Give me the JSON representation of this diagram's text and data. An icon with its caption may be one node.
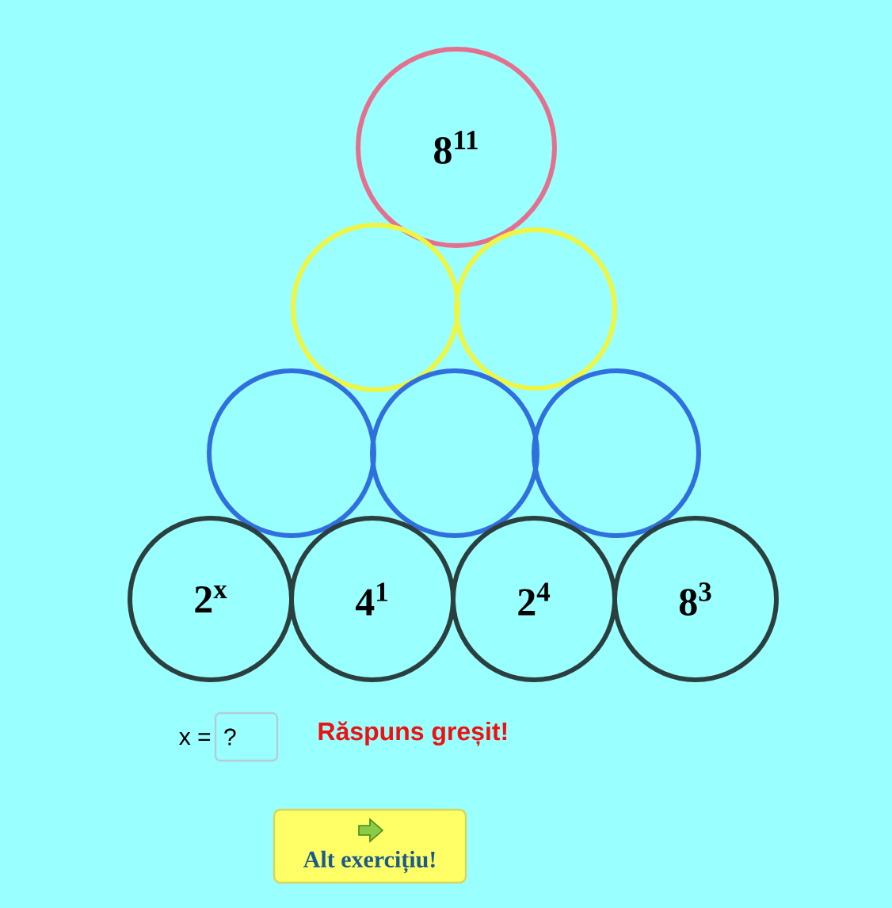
{
  "diagram": {
    "nodes": [
      {
        "text": [
          "8$^{11}$"
        ]
      },
      {
        "text": [],
        "shape": "circle"
      },
      {
        "text": [],
        "shape": "circle"
      },
      {
        "text": [],
        "shape": "circle"
      },
      {
        "text": [],
        "shape": "circle"
      },
      {
        "text": [],
        "shape": "circle"
      },
      {
        "text": [
          "2$^{x}$"
        ]
      },
      {
        "text": [
          "4$^{1}$"
        ]
      },
      {
        "text": [
          "2$^{4}$"
        ]
      },
      {
        "text": [
          "8$^{3}$"
        ]
      },
      {
        "text": [
          "?"
        ]
      },
      {
        "text": [
          "Alt exercițiu!"
        ]
      }
    ],
    "labels": [
      "x =",
      "Răspuns greșit!"
    ]
  }
}
